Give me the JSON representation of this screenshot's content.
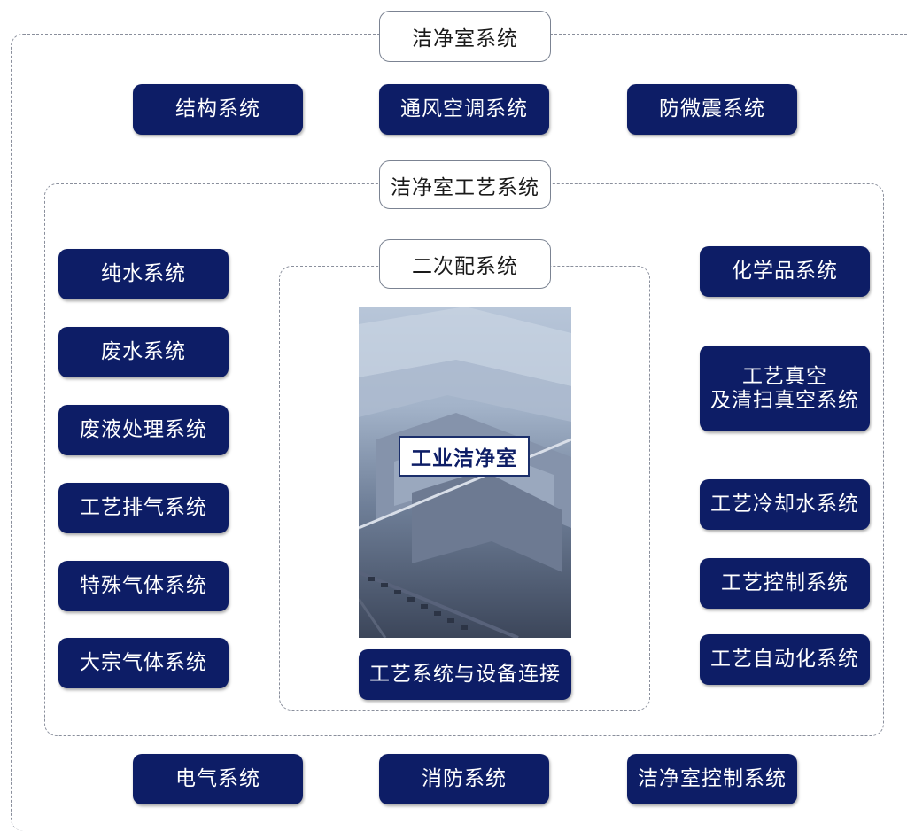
{
  "frames": {
    "cleanroom_system": "洁净室系统",
    "process_system": "洁净室工艺系统",
    "secondary_system": "二次配系统"
  },
  "top_row": [
    "结构系统",
    "通风空调系统",
    "防微震系统"
  ],
  "left_column": [
    "纯水系统",
    "废水系统",
    "废液处理系统",
    "工艺排气系统",
    "特殊气体系统",
    "大宗气体系统"
  ],
  "right_column": [
    "化学品系统",
    "工艺真空\n及清扫真空系统",
    "工艺冷却水系统",
    "工艺控制系统",
    "工艺自动化系统"
  ],
  "center": {
    "photo_label": "工业洁净室",
    "connection": "工艺系统与设备连接"
  },
  "bottom_row": [
    "电气系统",
    "消防系统",
    "洁净室控制系统"
  ],
  "colors": {
    "box_fill": "#0d1d66",
    "dashed_border": "#8a8f9c"
  }
}
